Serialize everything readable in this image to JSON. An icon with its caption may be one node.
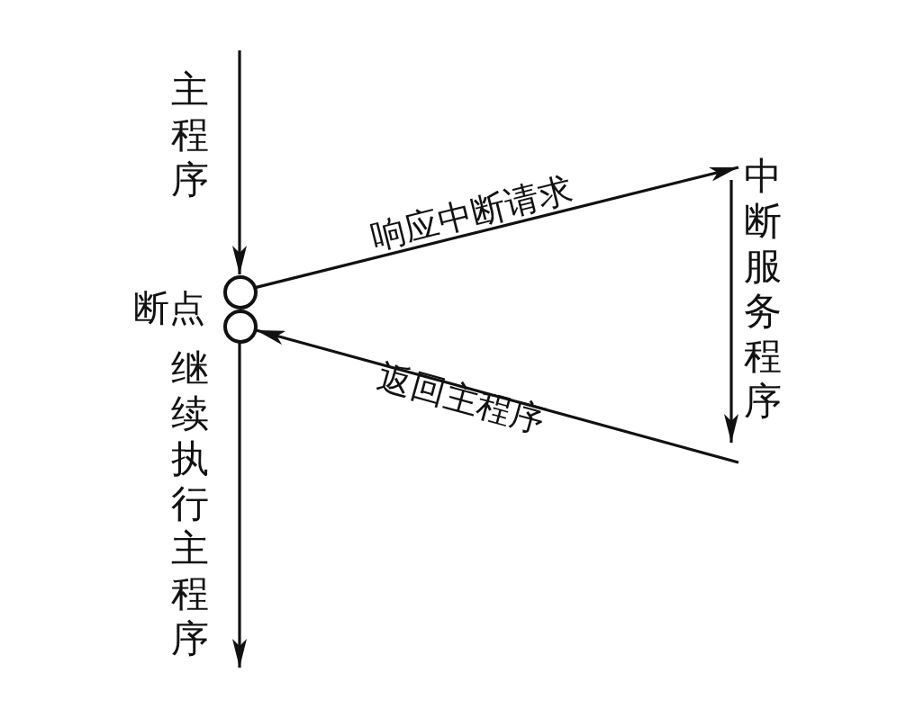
{
  "diagram": {
    "nodes": [
      {
        "text": [],
        "shape": "circle",
        "beside": [
          "断点"
        ]
      },
      {
        "text": [],
        "shape": "circle"
      },
      {
        "text": [
          "中断服务程序"
        ]
      }
    ],
    "edges": [
      {
        "from": null,
        "to": 0,
        "arrow": "to",
        "label": "主程序"
      },
      {
        "from": 1,
        "to": null,
        "arrow": "to",
        "label": "继续执行主程序"
      },
      {
        "from": 0,
        "to": 2,
        "arrow": "to",
        "label": "响应中断请求"
      },
      {
        "from": 2,
        "to": 1,
        "arrow": "to",
        "label": "返回主程序"
      }
    ]
  }
}
